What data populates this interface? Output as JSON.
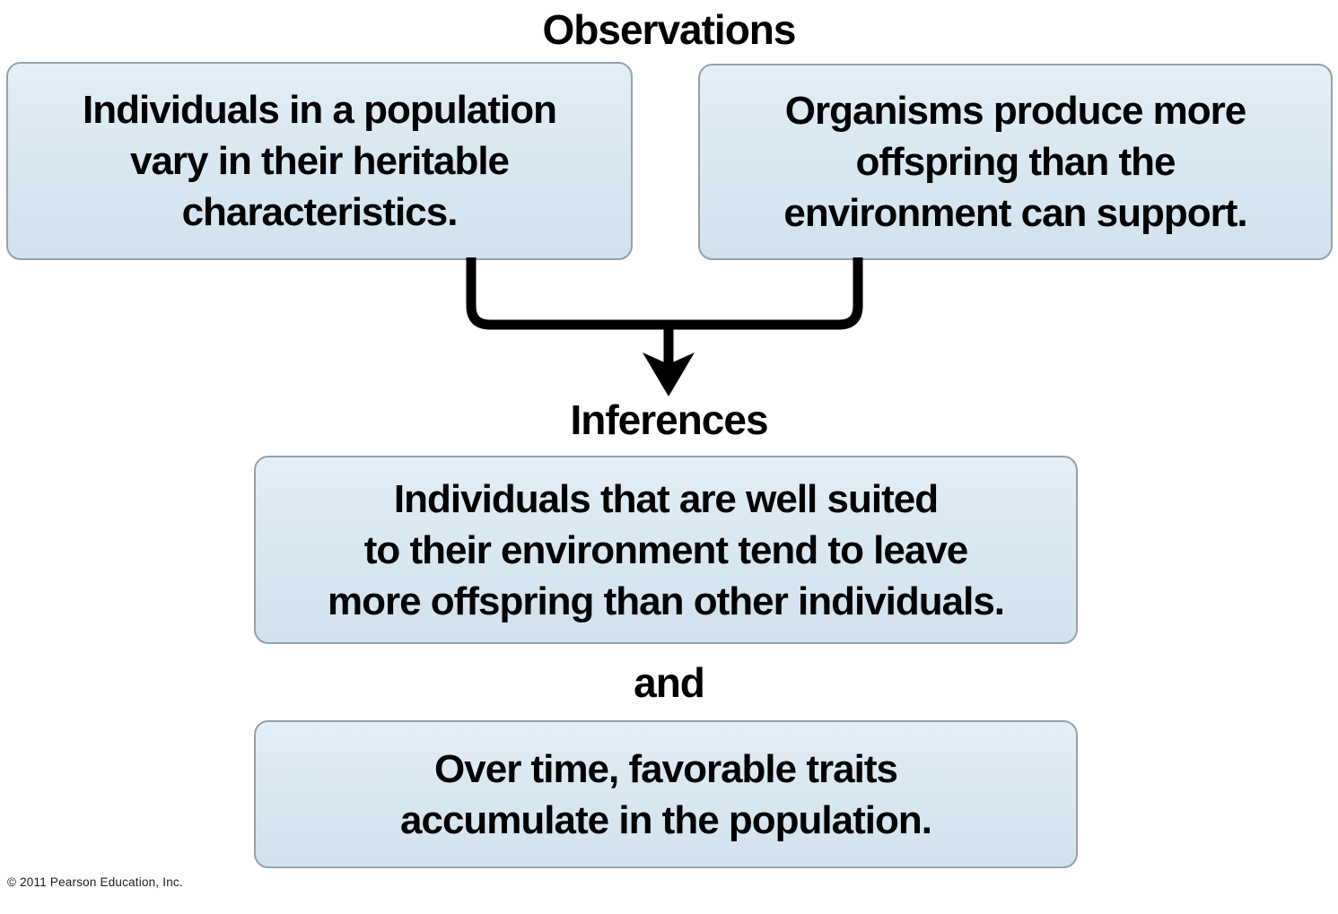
{
  "page": {
    "copyright": "© 2011 Pearson Education, Inc.",
    "background_color": "#ffffff"
  },
  "colors": {
    "box_fill_top": "#e4eef6",
    "box_fill_bottom": "#d2e2ed",
    "box_border": "#96a1a9",
    "text": "#000000",
    "connector": "#000000"
  },
  "headings": {
    "observations": "Observations",
    "inferences": "Inferences",
    "conjunction": "and"
  },
  "boxes": {
    "observation_variation": {
      "lines": [
        "Individuals in a population",
        "vary in their heritable",
        "characteristics."
      ]
    },
    "observation_overproduction": {
      "lines": [
        "Organisms produce more",
        "offspring than the",
        "environment can support."
      ]
    },
    "inference_differential_success": {
      "lines": [
        "Individuals that are well suited",
        "to their environment tend to leave",
        "more offspring than other individuals."
      ]
    },
    "inference_trait_accumulation": {
      "lines": [
        "Over time, favorable traits",
        "accumulate in the population."
      ]
    }
  },
  "connector": {
    "description": "bracket merging the two observation boxes into a downward arrow pointing at the inferences"
  }
}
